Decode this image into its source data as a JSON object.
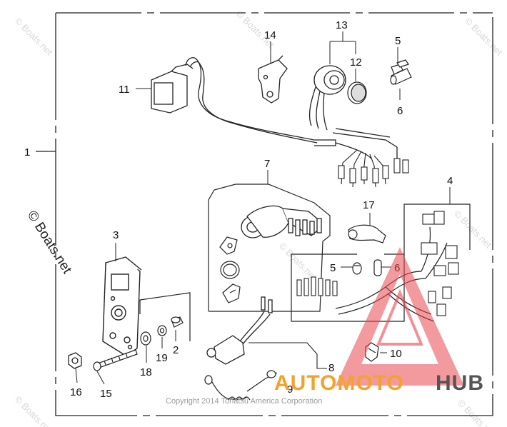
{
  "diagram": {
    "part_numbers": [
      "1",
      "2",
      "3",
      "4",
      "5",
      "5",
      "6",
      "6",
      "7",
      "8",
      "9",
      "10",
      "11",
      "12",
      "13",
      "14",
      "15",
      "16",
      "17",
      "18",
      "19"
    ],
    "copyright": "Copyright 2014 Tohatsu America Corporation"
  },
  "watermark": {
    "side_text": "© Boats.net",
    "repeat_text": "© Boats.net"
  },
  "logo": {
    "text_orange": "AUTOMOTO",
    "text_dark": "HUB",
    "colors": {
      "orange": "#f4a32a",
      "red": "#e8474f",
      "dark": "#555555"
    }
  }
}
